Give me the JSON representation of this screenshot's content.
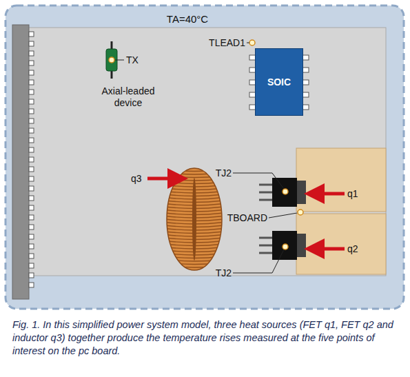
{
  "diagram": {
    "caption": "Fig. 1. In this simplified power system model, three heat sources (FET q1, FET q2 and inductor q3) together produce the temperature rises measured at the five points of interest on the pc board.",
    "nodes": [
      {
        "text": [
          "SOIC"
        ]
      }
    ],
    "labels": [
      "TA=40°C",
      "TX",
      "Axial-leaded device",
      "TLEAD1",
      "q3",
      "TJ2",
      "q1",
      "TBOARD",
      "q2",
      "TJ2"
    ]
  }
}
